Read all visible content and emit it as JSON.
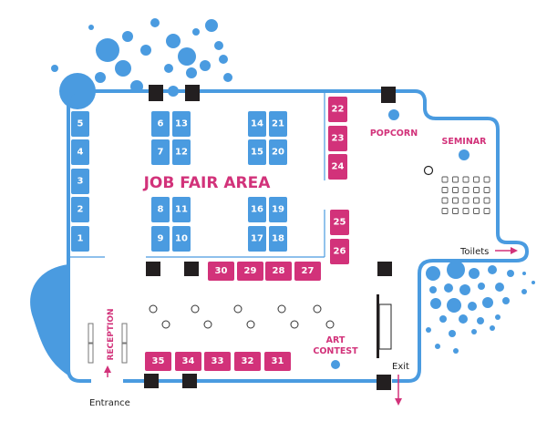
{
  "map": {
    "title": "JOB FAIR AREA",
    "colors": {
      "blue": "#4a9be0",
      "pink": "#d2327a",
      "dark": "#231f20"
    },
    "booths": [
      {
        "number": "1",
        "zone": "blue"
      },
      {
        "number": "2",
        "zone": "blue"
      },
      {
        "number": "3",
        "zone": "blue"
      },
      {
        "number": "4",
        "zone": "blue"
      },
      {
        "number": "5",
        "zone": "blue"
      },
      {
        "number": "6",
        "zone": "blue"
      },
      {
        "number": "7",
        "zone": "blue"
      },
      {
        "number": "8",
        "zone": "blue"
      },
      {
        "number": "9",
        "zone": "blue"
      },
      {
        "number": "10",
        "zone": "blue"
      },
      {
        "number": "11",
        "zone": "blue"
      },
      {
        "number": "12",
        "zone": "blue"
      },
      {
        "number": "13",
        "zone": "blue"
      },
      {
        "number": "14",
        "zone": "blue"
      },
      {
        "number": "15",
        "zone": "blue"
      },
      {
        "number": "16",
        "zone": "blue"
      },
      {
        "number": "17",
        "zone": "blue"
      },
      {
        "number": "18",
        "zone": "blue"
      },
      {
        "number": "19",
        "zone": "blue"
      },
      {
        "number": "20",
        "zone": "blue"
      },
      {
        "number": "21",
        "zone": "blue"
      },
      {
        "number": "22",
        "zone": "pink"
      },
      {
        "number": "23",
        "zone": "pink"
      },
      {
        "number": "24",
        "zone": "pink"
      },
      {
        "number": "25",
        "zone": "pink"
      },
      {
        "number": "26",
        "zone": "pink"
      },
      {
        "number": "27",
        "zone": "pink"
      },
      {
        "number": "28",
        "zone": "pink"
      },
      {
        "number": "29",
        "zone": "pink"
      },
      {
        "number": "30",
        "zone": "pink"
      },
      {
        "number": "31",
        "zone": "pink"
      },
      {
        "number": "32",
        "zone": "pink"
      },
      {
        "number": "33",
        "zone": "pink"
      },
      {
        "number": "34",
        "zone": "pink"
      },
      {
        "number": "35",
        "zone": "pink"
      }
    ],
    "areas": {
      "popcorn": "POPCORN",
      "seminar": "SEMINAR",
      "reception": "RECEPTION",
      "art_contest_line1": "ART",
      "art_contest_line2": "CONTEST"
    },
    "directions": {
      "toilets": "Toilets",
      "entrance": "Entrance",
      "exit": "Exit"
    }
  }
}
